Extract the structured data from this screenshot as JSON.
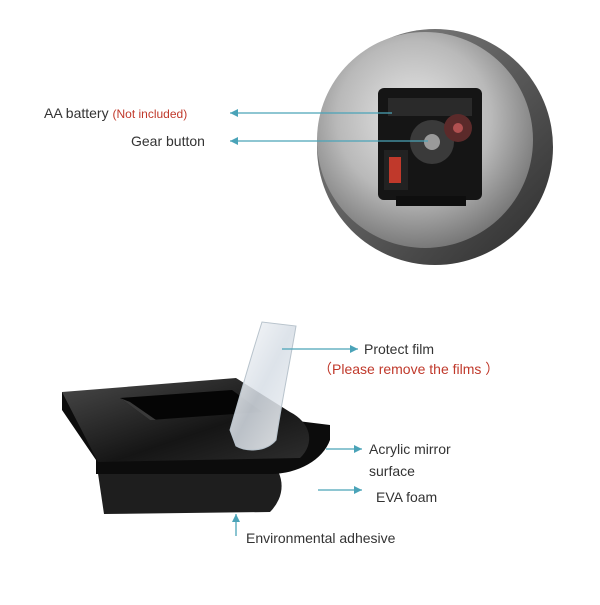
{
  "top_section": {
    "battery_label": "AA  battery",
    "battery_note": "(Not included)",
    "gear_label": "Gear button"
  },
  "bottom_section": {
    "protect_film_label": "Protect film",
    "protect_film_note": "（Please remove the films ）",
    "acrylic_label_line1": "Acrylic mirror",
    "acrylic_label_line2": "surface",
    "eva_label": "EVA foam",
    "adhesive_label": "Environmental adhesive"
  },
  "colors": {
    "pointer": "#4aa3b8",
    "note_red": "#c0392b",
    "text": "#333333"
  }
}
